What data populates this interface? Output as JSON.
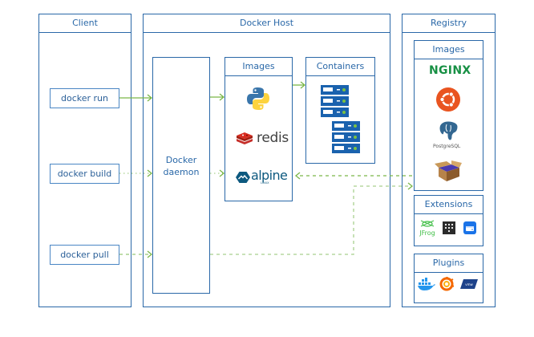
{
  "client": {
    "title": "Client",
    "commands": [
      {
        "label": "docker run"
      },
      {
        "label": "docker build"
      },
      {
        "label": "docker pull"
      }
    ]
  },
  "host": {
    "title": "Docker Host",
    "daemon_label_line1": "Docker",
    "daemon_label_line2": "daemon",
    "images": {
      "title": "Images",
      "items": [
        {
          "icon": "python-logo-icon"
        },
        {
          "icon": "redis-logo-icon",
          "text": "redis"
        },
        {
          "icon": "alpine-logo-icon",
          "text": "alpine",
          "subtext": "LINUX"
        }
      ]
    },
    "containers": {
      "title": "Containers",
      "items": [
        {
          "icon": "server-stack-icon"
        },
        {
          "icon": "server-stack-icon"
        }
      ]
    }
  },
  "registry": {
    "title": "Registry",
    "images": {
      "title": "Images",
      "items": [
        {
          "icon": "nginx-logo-icon",
          "text": "NGINX"
        },
        {
          "icon": "ubuntu-logo-icon"
        },
        {
          "icon": "postgresql-logo-icon",
          "text": "PostgreSQL"
        },
        {
          "icon": "open-box-icon"
        }
      ]
    },
    "extensions": {
      "title": "Extensions",
      "items": [
        {
          "icon": "jfrog-logo-icon",
          "text": "JFrog"
        },
        {
          "icon": "dots-grid-icon"
        },
        {
          "icon": "disk-drive-icon"
        }
      ]
    },
    "plugins": {
      "title": "Plugins",
      "items": [
        {
          "icon": "docker-whale-icon"
        },
        {
          "icon": "grafana-logo-icon"
        },
        {
          "icon": "vmware-logo-icon",
          "text": "vmw"
        }
      ]
    }
  },
  "colors": {
    "border": "#2a68a8",
    "arrow_green": "#7ab648",
    "arrow_light": "#a9d18e"
  }
}
